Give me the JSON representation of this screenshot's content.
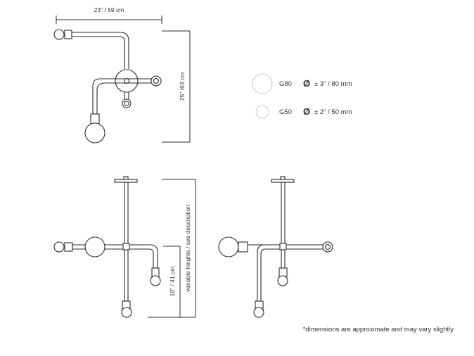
{
  "dimensions": {
    "width": "23\" / 59 cm",
    "height": "25\" /63 cm",
    "variable_height": "variable heights / see description",
    "drop_height": "16\" / 41 cm"
  },
  "bulb_options": [
    {
      "code": "G80",
      "diameter": "± 3\" / 80 mm"
    },
    {
      "code": "G50",
      "diameter": "± 2\" / 50 mm"
    }
  ],
  "diameter_symbol": "Ø",
  "footnote": "*dimensions are approximate and may vary slightly",
  "colors": {
    "line": "#2b2b2b",
    "text": "#333333",
    "glass": "#c8c8c8"
  }
}
